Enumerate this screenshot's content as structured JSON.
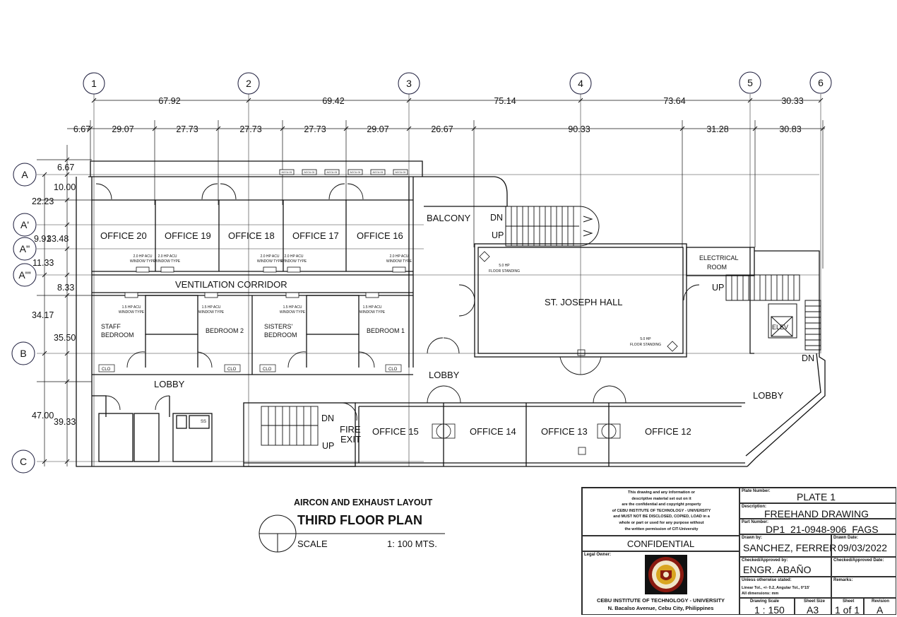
{
  "grid": {
    "columns": [
      "1",
      "2",
      "3",
      "4",
      "5",
      "6"
    ],
    "rows": [
      "A",
      "A'",
      "A''",
      "A'''",
      "B",
      "C"
    ]
  },
  "dimensions": {
    "top": [
      "67.92",
      "69.42",
      "75.14",
      "73.64",
      "30.33"
    ],
    "second": [
      "6.67",
      "29.07",
      "27.73",
      "27.73",
      "27.73",
      "29.07",
      "26.67",
      "90.33",
      "31.28",
      "30.83"
    ],
    "left_inner": [
      "6.67",
      "10.00",
      "22.23",
      "9.91",
      "33.48",
      "11.33",
      "8.33",
      "34.17",
      "35.50",
      "47.00",
      "39.33"
    ]
  },
  "rooms": {
    "office_20": "OFFICE 20",
    "office_19": "OFFICE 19",
    "office_18": "OFFICE 18",
    "office_17": "OFFICE 17",
    "office_16": "OFFICE 16",
    "office_15": "OFFICE 15",
    "office_14": "OFFICE 14",
    "office_13": "OFFICE 13",
    "office_12": "OFFICE 12",
    "balcony": "BALCONY",
    "ventilation": "VENTILATION CORRIDOR",
    "st_joseph": "ST. JOSEPH HALL",
    "electrical_1": "ELECTRICAL",
    "electrical_2": "ROOM",
    "staff_bedroom_1": "STAFF",
    "staff_bedroom_2": "BEDROOM",
    "bedroom_2": "BEDROOM 2",
    "sisters_1": "SISTERS'",
    "sisters_2": "BEDROOM",
    "bedroom_1": "BEDROOM 1",
    "lobby_left": "LOBBY",
    "lobby_mid": "LOBBY",
    "lobby_right": "LOBBY",
    "fire_1": "FIRE",
    "fire_2": "EXIT",
    "elev": "ELEV",
    "clo": "CLO",
    "ss": "SS"
  },
  "stairs": {
    "dn": "DN",
    "up": "UP"
  },
  "acu": {
    "acu_20hp": "2.0 HP ACU",
    "acu_15hp": "1.5 HP ACU",
    "window_type": "WINDOW TYPE",
    "floor_5hp": "5.0 HP",
    "floor_standing": "FLOOR STANDING",
    "top_unit": "ACCU-01"
  },
  "title": {
    "subtitle": "AIRCON AND EXHAUST LAYOUT",
    "main": "THIRD  FLOOR PLAN",
    "scale_label": "SCALE",
    "scale_value": "1: 100 MTS."
  },
  "titleblock": {
    "notice": [
      "This drawing and any information or",
      "descriptive material set out on it",
      "are the confidential and copyright property",
      "of CEBU INSTITUTE OF TECHNOLOGY - UNIVERSITY",
      "and MUST NOT BE DISCLOSED, COPIED, LOAD in a",
      "whole or part or used for any purpose without",
      "the written permission of CIT-University"
    ],
    "confidential": "CONFIDENTIAL",
    "legal_owner_label": "Legal Owner:",
    "owner_name": "CEBU INSTITUTE OF TECHNOLOGY - UNIVERSITY",
    "owner_address": "N. Bacalso Avenue, Cebu City, Philippines",
    "plate_number_label": "Plate Number:",
    "plate_number": "PLATE 1",
    "description_label": "Description:",
    "description": "FREEHAND DRAWING",
    "part_number_label": "Part Number:",
    "part_number": "DP1_21-0948-906_FAGS",
    "drawn_by_label": "Drawn by:",
    "drawn_by": "SANCHEZ, FERRER",
    "drawn_date_label": "Drawn Date:",
    "drawn_date": "09/03/2022",
    "checked_label": "Checked/Approved by:",
    "checked_by": "ENGR. ABAÑO",
    "checked_date_label": "Checked/Approved Date:",
    "unless_label": "Unless otherwise stated:",
    "tolerance": "Linear Tol., +/- 0.2, Angular Tol., 0°15'",
    "dims_mm": "All dimensions: mm",
    "remarks_label": "Remarks:",
    "drawing_scale_label": "Drawing Scale",
    "drawing_scale": "1 : 150",
    "sheet_size_label": "Sheet Size",
    "sheet_size": "A3",
    "sheet_label": "Sheet",
    "sheet": "1 of 1",
    "revision_label": "Revision",
    "revision": "A"
  },
  "colors": {
    "line": "#111111",
    "seal_outer": "#8a1a10",
    "seal_inner": "#d9a520"
  }
}
